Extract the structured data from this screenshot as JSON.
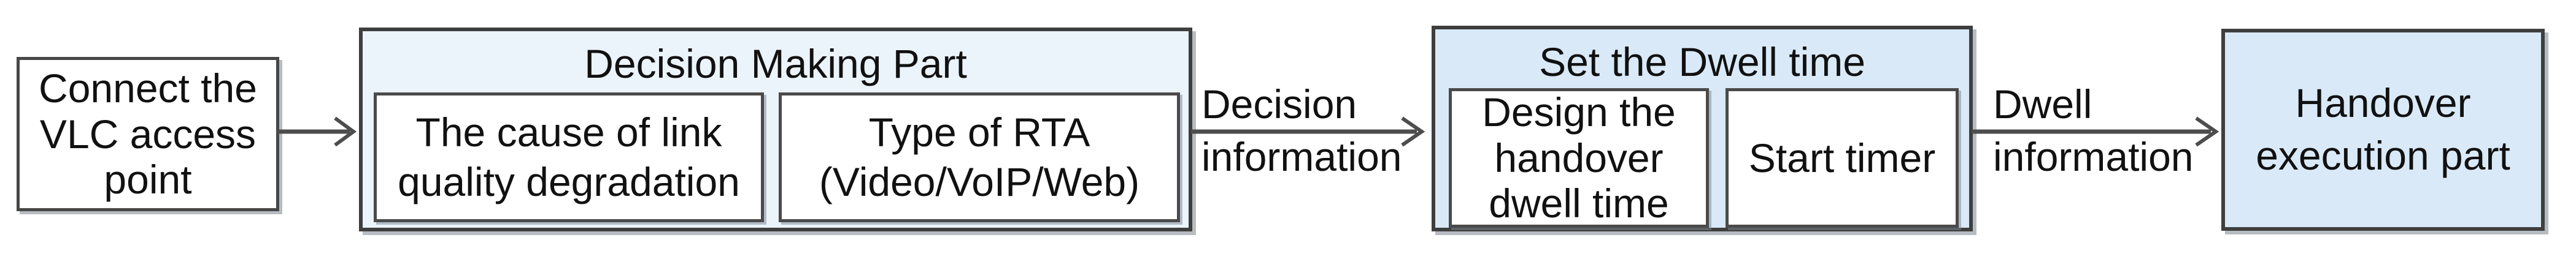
{
  "figure": {
    "colors": {
      "page_background": "#ffffff",
      "pale_container_fill": "#ebf3fb",
      "blue_container_fill": "#d9e9f7",
      "box_fill": "#ffffff",
      "border": "#3e3e3e",
      "arrow": "#4d4d4d",
      "text": "#111111"
    },
    "nodes": {
      "connect_ap": {
        "label": "Connect the\nVLC access\npoint"
      },
      "decision_part": {
        "title": "Decision Making Part",
        "children": {
          "cause": {
            "label": "The cause of link\nquality degradation"
          },
          "rta": {
            "label": "Type of RTA\n(Video/VoIP/Web)"
          }
        }
      },
      "dwell_part": {
        "title": "Set the Dwell time",
        "children": {
          "design": {
            "label": "Design the\nhandover\ndwell time"
          },
          "timer": {
            "label": "Start timer"
          }
        }
      },
      "handover": {
        "label": "Handover\nexecution part"
      }
    },
    "edges": [
      {
        "from": "connect_ap",
        "to": "decision_part",
        "label": ""
      },
      {
        "from": "decision_part",
        "to": "dwell_part",
        "label": "Decision\ninformation"
      },
      {
        "from": "dwell_part",
        "to": "handover",
        "label": "Dwell\ninformation"
      }
    ]
  }
}
